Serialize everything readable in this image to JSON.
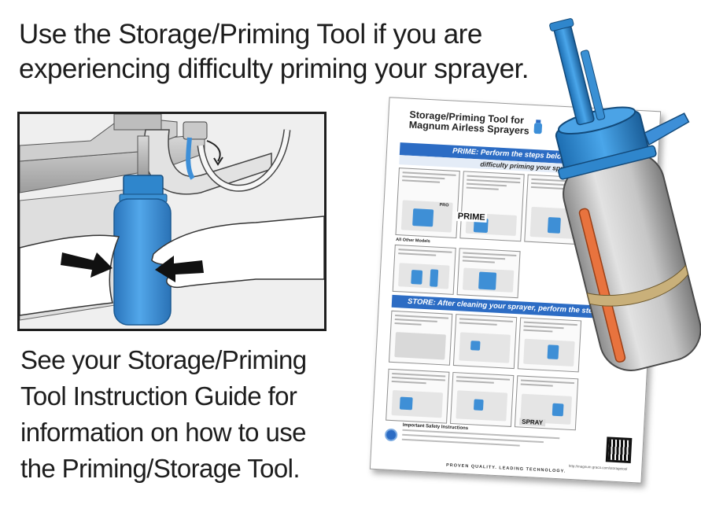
{
  "headline": {
    "line1": "Use the Storage/Priming Tool if you are",
    "line2": "experiencing difficulty priming your sprayer."
  },
  "guide_text": {
    "line1": "See your Storage/Priming",
    "line2": "Tool Instruction Guide for",
    "line3": "information on how to use",
    "line4": "the Priming/Storage Tool."
  },
  "instruction_sheet": {
    "title_line1": "Storage/Priming Tool for",
    "title_line2": "Magnum Airless Sprayers",
    "prime_band": "PRIME: Perform the steps below if you a",
    "prime_sub": "difficulty priming your spra",
    "all_other_models": "All Other Models",
    "prime_label": "PRIME",
    "pro_label": "PRO",
    "store_band": "STORE: After cleaning your sprayer, perform the steps below",
    "spray_label": "SPRAY",
    "safety_heading": "Important Safety Instructions",
    "url": "http://magnum.graco.com/storagetool",
    "proven": "PROVEN QUALITY. LEADING TECHNOLOGY."
  },
  "colors": {
    "bottle_blue": "#3d8fd8",
    "band_blue": "#2c6cc4",
    "cap_blue": "#2f86cc",
    "tube_orange": "#e8733e",
    "strap_tan": "#c9b07a"
  },
  "icons": [
    "arrow-left-icon",
    "arrow-right-icon",
    "curved-arrow-icon",
    "safety-icon",
    "qr-code"
  ]
}
